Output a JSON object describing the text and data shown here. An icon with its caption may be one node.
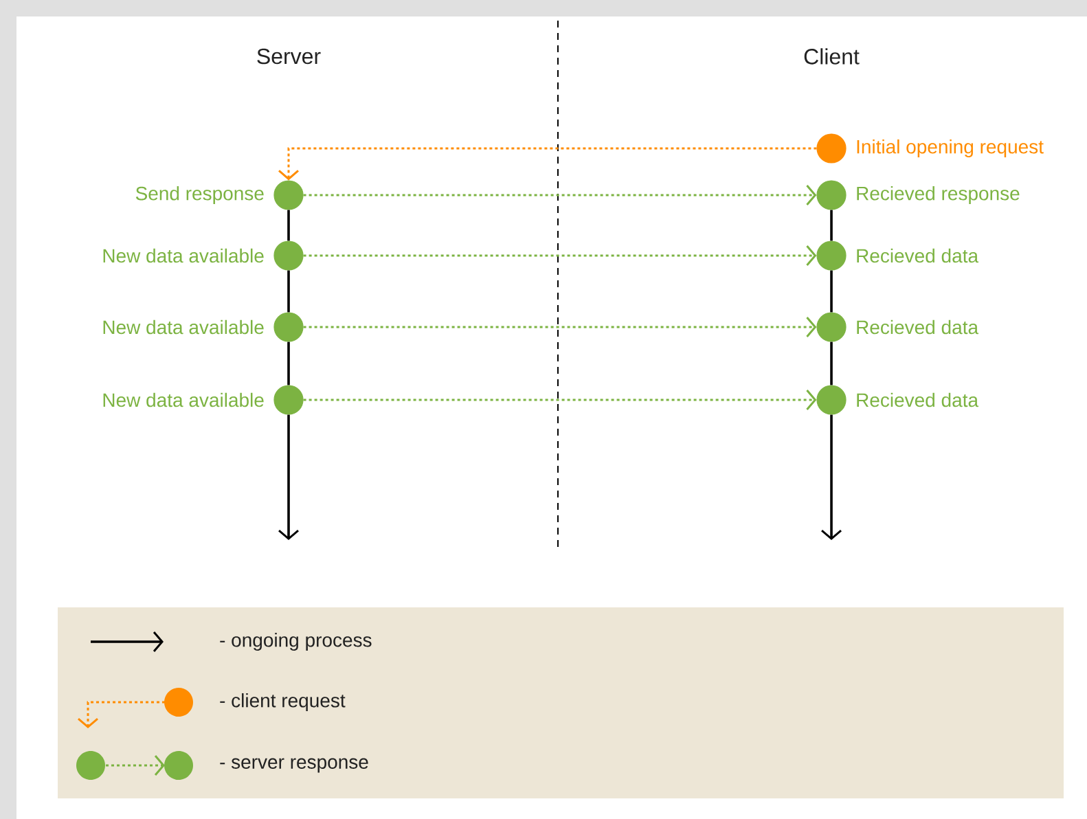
{
  "diagram": {
    "nodes": [
      {
        "text": [],
        "shape": "circle",
        "beside": [
          "Initial opening request"
        ]
      },
      {
        "text": [],
        "shape": "circle",
        "beside": [
          "Send response"
        ]
      },
      {
        "text": [],
        "shape": "circle",
        "beside": [
          "Recieved response"
        ]
      },
      {
        "text": [],
        "shape": "circle",
        "beside": [
          "New data available"
        ]
      },
      {
        "text": [],
        "shape": "circle",
        "beside": [
          "Recieved data"
        ]
      },
      {
        "text": [],
        "shape": "circle",
        "beside": [
          "New data available"
        ]
      },
      {
        "text": [],
        "shape": "circle",
        "beside": [
          "Recieved data"
        ]
      },
      {
        "text": [],
        "shape": "circle",
        "beside": [
          "New data available"
        ]
      },
      {
        "text": [],
        "shape": "circle",
        "beside": [
          "Recieved data"
        ]
      }
    ],
    "edges": [
      {
        "from": 0,
        "to": 1,
        "arrow": "to",
        "style": "dashed",
        "color": "#ff8c00"
      },
      {
        "from": 1,
        "to": 2,
        "arrow": "to",
        "style": "dashed",
        "color": "#7cb342"
      },
      {
        "from": 3,
        "to": 4,
        "arrow": "to",
        "style": "dashed",
        "color": "#7cb342"
      },
      {
        "from": 5,
        "to": 6,
        "arrow": "to",
        "style": "dashed",
        "color": "#7cb342"
      },
      {
        "from": 7,
        "to": 8,
        "arrow": "to",
        "style": "dashed",
        "color": "#7cb342"
      },
      {
        "from": 1,
        "to": 3,
        "arrow": "none"
      },
      {
        "from": 3,
        "to": 5,
        "arrow": "none"
      },
      {
        "from": 5,
        "to": 7,
        "arrow": "none"
      },
      {
        "from": 7,
        "to": null,
        "arrow": "to"
      },
      {
        "from": 2,
        "to": 4,
        "arrow": "none"
      },
      {
        "from": 4,
        "to": 6,
        "arrow": "none"
      },
      {
        "from": 6,
        "to": 8,
        "arrow": "none"
      },
      {
        "from": 8,
        "to": null,
        "arrow": "to"
      }
    ],
    "labels": [
      "Server",
      "Client"
    ],
    "legend": [
      {
        "text": "- ongoing process"
      },
      {
        "text": "- client request"
      },
      {
        "text": "- server response"
      }
    ]
  }
}
